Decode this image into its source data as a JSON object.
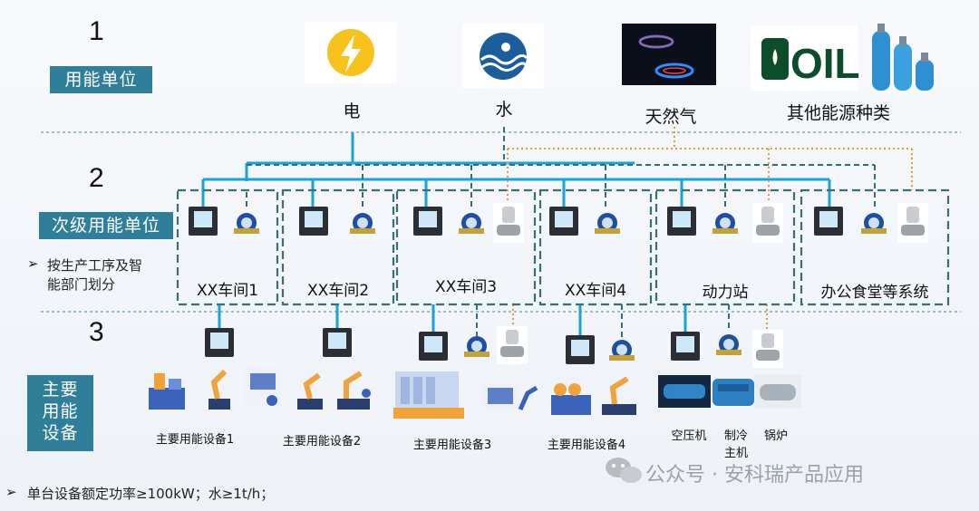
{
  "levels": {
    "one": "1",
    "two": "2",
    "three": "3"
  },
  "tags": {
    "unit": "用能单位",
    "sub_unit": "次级用能单位",
    "main_equipment": "主要\n用能\n设备"
  },
  "energy": {
    "electricity": "电",
    "water": "水",
    "gas": "天然气",
    "other": "其他能源种类",
    "oil_logo": "OIL"
  },
  "sub_note": {
    "arrow": "➢",
    "text_line1": "按生产工序及智",
    "text_line2": "能部门划分"
  },
  "workshops": [
    "XX车间1",
    "XX车间2",
    "XX车间3",
    "XX车间4",
    "动力站",
    "办公食堂等系统"
  ],
  "equipment": [
    "主要用能设备1",
    "主要用能设备2",
    "主要用能设备3",
    "主要用能设备4"
  ],
  "power_station_equipment": {
    "compressor": "空压机",
    "chiller_line1": "制冷",
    "chiller_line2": "主机",
    "boiler": "锅炉"
  },
  "footer": {
    "arrow": "➢",
    "rule": "单台设备额定功率≥100kW；水≥1t/h；"
  },
  "watermark": {
    "text": "公众号 · 安科瑞产品应用"
  },
  "colors": {
    "tag_bg": "#2f7f9b",
    "elec_line": "#1aa3d8",
    "water_line": "#2f6f7f",
    "gas_line": "#e0a030",
    "dash_border": "#3a6f78"
  }
}
